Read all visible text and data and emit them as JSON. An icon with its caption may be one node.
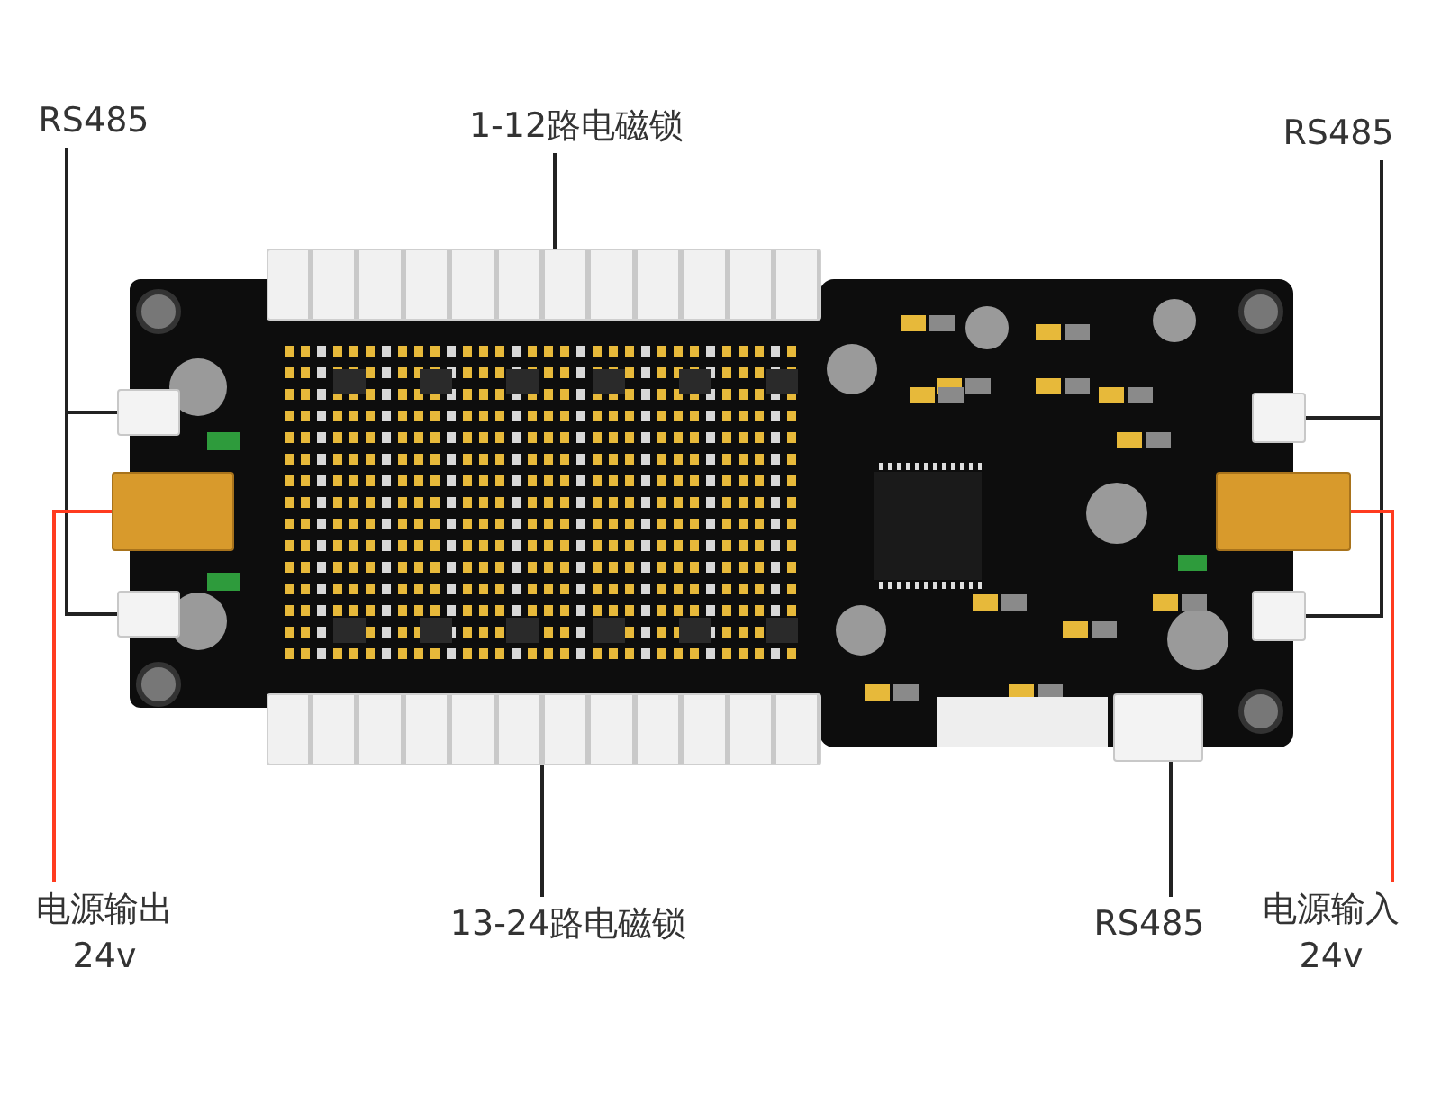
{
  "diagram": {
    "nodes": [
      {
        "text": [
          "RS485"
        ]
      },
      {
        "text": [
          "1-12路电磁锁"
        ]
      },
      {
        "text": [
          "RS485"
        ]
      },
      {
        "text": [
          "电源输出 24v"
        ]
      },
      {
        "text": [
          "13-24路电磁锁"
        ]
      },
      {
        "text": [
          "RS485"
        ]
      },
      {
        "text": [
          "电源输入 24v"
        ]
      },
      {
        "text": [],
        "shape": "box"
      },
      {
        "text": [],
        "shape": "box"
      },
      {
        "text": [],
        "shape": "box"
      },
      {
        "text": [],
        "shape": "box"
      },
      {
        "text": [],
        "shape": "box"
      },
      {
        "text": [],
        "shape": "box"
      },
      {
        "text": [],
        "shape": "box"
      },
      {
        "text": [],
        "shape": "box"
      },
      {
        "text": [],
        "shape": "box"
      }
    ],
    "edges": [
      {
        "from": 0,
        "to": 7,
        "arrow": "none"
      },
      {
        "from": 0,
        "to": 8,
        "arrow": "none"
      },
      {
        "from": 1,
        "to": 9,
        "arrow": "none"
      },
      {
        "from": 2,
        "to": 10,
        "arrow": "none"
      },
      {
        "from": 2,
        "to": 11,
        "arrow": "none"
      },
      {
        "from": 3,
        "to": 12,
        "arrow": "none",
        "color": "#ff3b1f"
      },
      {
        "from": 4,
        "to": 13,
        "arrow": "none"
      },
      {
        "from": 5,
        "to": 14,
        "arrow": "none"
      },
      {
        "from": 6,
        "to": 15,
        "arrow": "none",
        "color": "#ff3b1f"
      }
    ]
  }
}
